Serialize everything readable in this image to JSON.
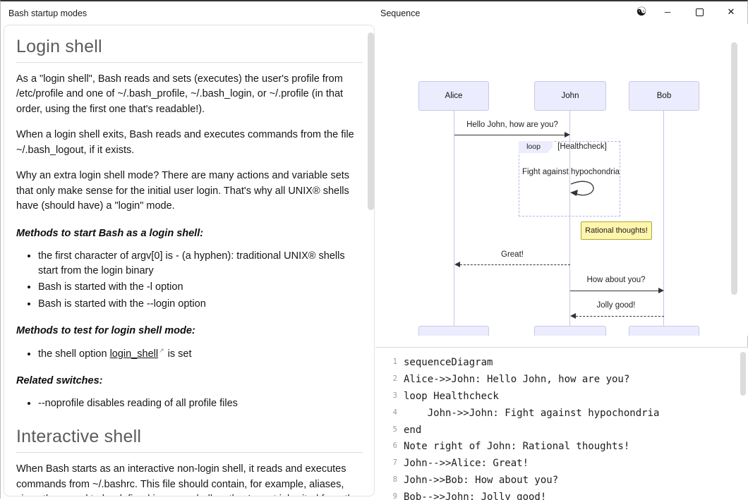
{
  "titlebar": {
    "left_title": "Bash startup modes",
    "right_title": "Sequence"
  },
  "icons": {
    "theme": "☯",
    "minimize": "─",
    "close": "✕",
    "external_link": "↗"
  },
  "document": {
    "heading_login": "Login shell",
    "p_login_1": "As a \"login shell\", Bash reads and sets (executes) the user's profile from /etc/profile and one of ~/.bash_profile, ~/.bash_login, or ~/.profile (in that order, using the first one that's readable!).",
    "p_login_2": "When a login shell exits, Bash reads and executes commands from the file ~/.bash_logout, if it exists.",
    "p_login_3": "Why an extra login shell mode? There are many actions and variable sets that only make sense for the initial user login. That's why all UNIX® shells have (should have) a \"login\" mode.",
    "h_methods_start": "Methods to start Bash as a login shell:",
    "methods_start_items": [
      "the first character of argv[0] is - (a hyphen): traditional UNIX® shells start from the login binary",
      "Bash is started with the -l option",
      "Bash is started with the --login option"
    ],
    "h_methods_test": "Methods to test for login shell mode:",
    "test_item": {
      "prefix": "the shell option ",
      "link": "login_shell",
      "suffix": " is set"
    },
    "h_related": "Related switches:",
    "related_items": [
      "--noprofile disables reading of all profile files"
    ],
    "heading_interactive": "Interactive shell",
    "p_interactive": "When Bash starts as an interactive non-login shell, it reads and executes commands from ~/.bashrc. This file should contain, for example, aliases, since they need to be defined in every shell as they're not inherited from the parent shell."
  },
  "diagram": {
    "actors": [
      "Alice",
      "John",
      "Bob"
    ],
    "messages": {
      "m1": "Hello John, how are you?",
      "loop_label": "loop",
      "loop_condition": "[Healthcheck]",
      "self_msg": "Fight against hypochondria",
      "note": "Rational thoughts!",
      "m2": "Great!",
      "m3": "How about you?",
      "m4": "Jolly good!"
    },
    "colors": {
      "actor_fill": "#ECECFF",
      "actor_border": "#C8C8E6",
      "note_fill": "#FFF5AD",
      "note_border": "#AAAA33",
      "arrow": "#333333",
      "lifeline": "#CCC6E2",
      "loop_border": "#B6B6DD"
    }
  },
  "code": {
    "lines": [
      {
        "num": "1",
        "text": "sequenceDiagram"
      },
      {
        "num": "2",
        "text": "Alice->>John: Hello John, how are you?"
      },
      {
        "num": "3",
        "text": "loop Healthcheck"
      },
      {
        "num": "4",
        "text": "    John->>John: Fight against hypochondria"
      },
      {
        "num": "5",
        "text": "end"
      },
      {
        "num": "6",
        "text": "Note right of John: Rational thoughts!"
      },
      {
        "num": "7",
        "text": "John-->>Alice: Great!"
      },
      {
        "num": "8",
        "text": "John->>Bob: How about you?"
      },
      {
        "num": "9",
        "text": "Bob-->>John: Jolly good!"
      }
    ]
  }
}
